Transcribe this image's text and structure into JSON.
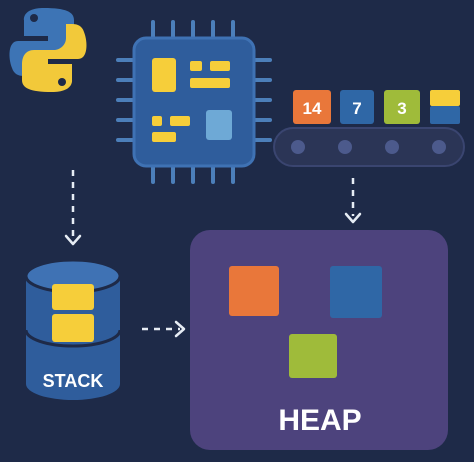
{
  "diagram": {
    "stack_label": "STACK",
    "heap_label": "HEAP",
    "conveyor_values": [
      "14",
      "7",
      "3"
    ],
    "colors": {
      "background": "#1e2a48",
      "cpu_blue": "#2f5d9c",
      "cpu_outline": "#3d6fb0",
      "yellow": "#f6ce3a",
      "orange": "#e9773a",
      "blue_box": "#2f67a6",
      "green": "#9fbb3a",
      "light_blue": "#6ea9d6",
      "heap_panel": "#4d437d",
      "belt": "#2b3556",
      "arrow": "#e6ecf4"
    },
    "icons": [
      "python-logo",
      "cpu-chip",
      "conveyor-belt",
      "stack-cylinder",
      "heap-panel"
    ]
  }
}
